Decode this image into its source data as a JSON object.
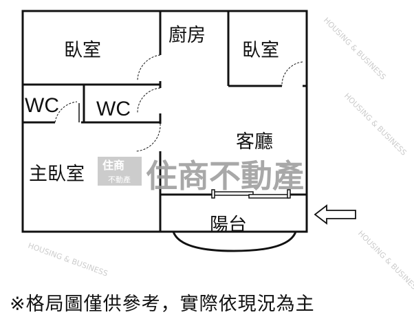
{
  "rooms": {
    "bedroom_1": "臥室",
    "kitchen": "廚房",
    "bedroom_2": "臥室",
    "wc_1": "WC",
    "wc_2": "WC",
    "living_room": "客廳",
    "master_bedroom": "主臥室",
    "balcony": "陽台"
  },
  "watermark": {
    "brand": "住商不動產",
    "logo_top": "住商",
    "logo_bottom": "不動產",
    "english": "HOUSING & BUSINESS"
  },
  "entrance_arrow_icon": "arrow-left-icon",
  "disclaimer": "※格局圖僅供參考，實際依現況為主"
}
